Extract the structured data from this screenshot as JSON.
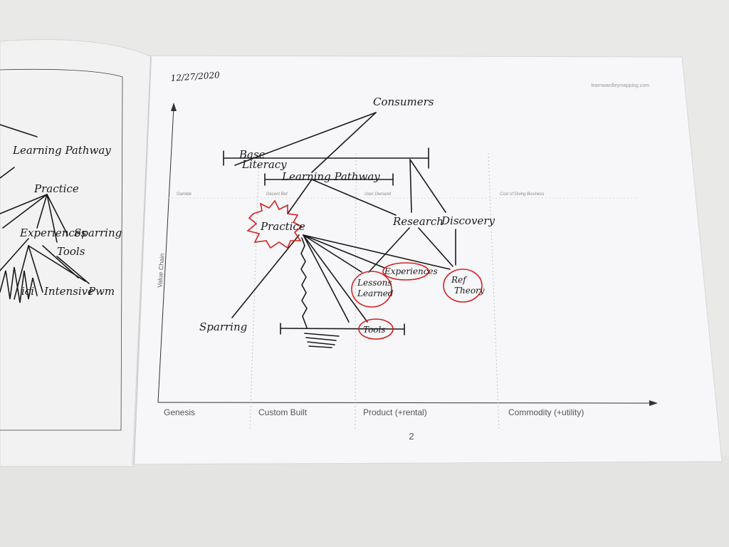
{
  "date": "12/27/2020",
  "website": "learnwardleymapping.com",
  "page_number": "2",
  "y_axis_label": "Value Chain",
  "evolution_stages": [
    "Genesis",
    "Custom Built",
    "Product (+rental)",
    "Commodity (+utility)"
  ],
  "phase_labels": [
    "Gamble",
    "Decent Bet",
    "User Demand",
    "Cost of Doing Business"
  ],
  "map_nodes": {
    "consumers": "Consumers",
    "base_literacy_1": "Base",
    "base_literacy_2": "Literacy",
    "learning_pathway": "Learning Pathway",
    "research": "Research",
    "discovery": "Discovery",
    "practice": "Practice",
    "experiences": "Experiences",
    "lessons_learned_1": "Lessons",
    "lessons_learned_2": "Learned",
    "ref_theory_1": "Ref",
    "ref_theory_2": "Theory",
    "sparring": "Sparring",
    "tools": "Tools"
  },
  "left_page": {
    "learning_pathway": "Learning Pathway",
    "practice": "Practice",
    "experiences": "Experiences",
    "sparring": "Sparring",
    "tools": "Tools",
    "ici": "ici",
    "intensive": "Intensive",
    "pwm": "Pwm"
  },
  "colors": {
    "ink": "#1a1a1a",
    "highlight": "#d42020",
    "paper": "#f7f7f9",
    "background": "#e9e9e7"
  }
}
